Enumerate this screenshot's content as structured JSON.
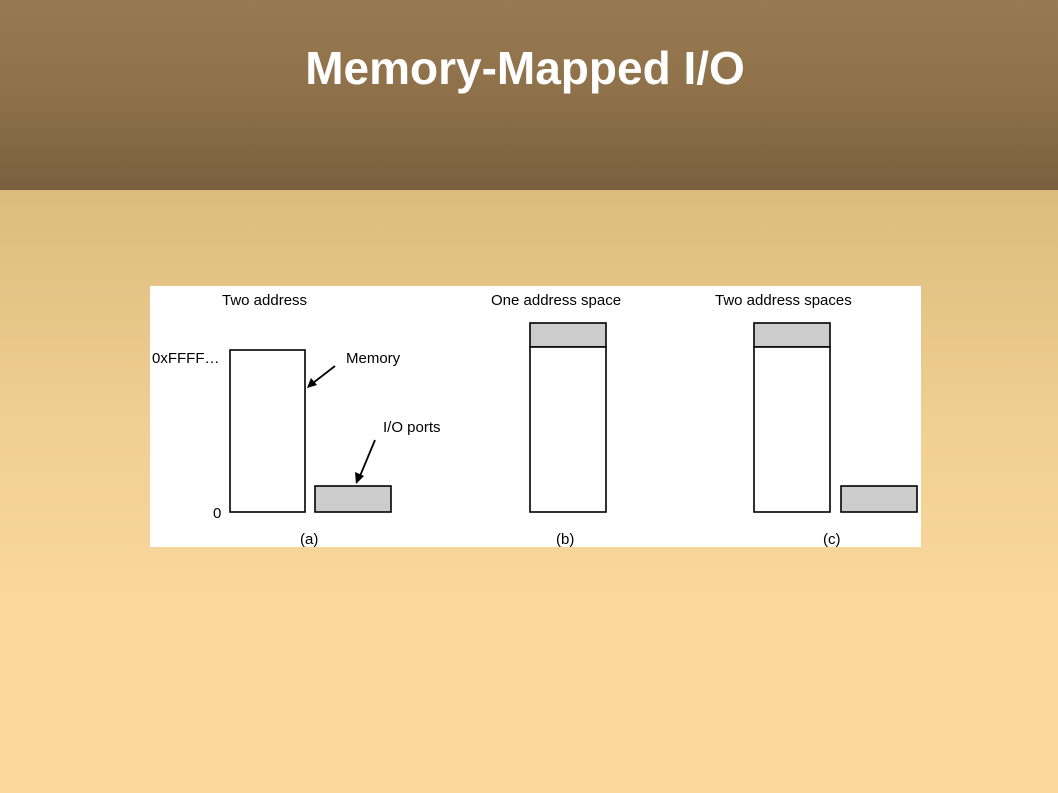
{
  "slide": {
    "title": "Memory-Mapped I/O"
  },
  "figure": {
    "panel_a": {
      "heading": "Two address",
      "top_address_label": "0xFFFF…",
      "bottom_address_label": "0",
      "memory_label": "Memory",
      "io_ports_label": "I/O ports",
      "caption": "(a)"
    },
    "panel_b": {
      "heading": "One address space",
      "caption": "(b)"
    },
    "panel_c": {
      "heading": "Two address spaces",
      "caption": "(c)"
    },
    "colors": {
      "memory_fill": "#ffffff",
      "io_fill": "#cccccc",
      "outline": "#000000"
    }
  }
}
